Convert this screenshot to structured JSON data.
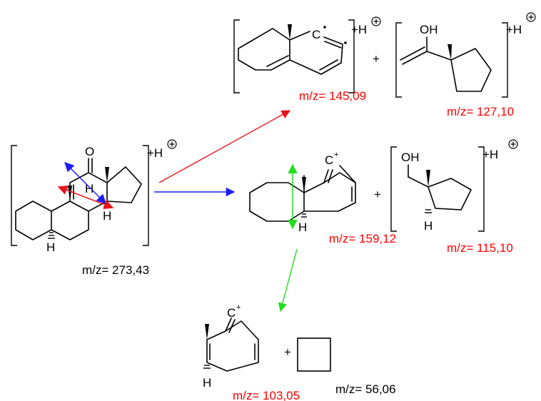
{
  "colors": {
    "text": "#000000",
    "mass_red": "#ff0000",
    "arrow_red": "#e8141b",
    "arrow_blue": "#1d1df0",
    "arrow_green": "#22dd22"
  },
  "charge": {
    "plus_h": "+H",
    "plus": "+",
    "carbocation": "C",
    "cation_sup": "+",
    "radical_carbon": "C"
  },
  "atoms": {
    "oxygen": "O",
    "hydrogen": "H",
    "hydroxyl": "OH"
  },
  "icons": [
    "circled-plus-icon",
    "reaction-arrow-icon",
    "double-headed-arrow-icon",
    "bracket-icon"
  ],
  "masses": {
    "parent": "m/z= 273,43",
    "frag_145": "m/z= 145,09",
    "frag_127": "m/z= 127,10",
    "frag_159": "m/z= 159,12",
    "frag_115": "m/z= 115,10",
    "frag_103": "m/z= 103,05",
    "frag_56": "m/z= 56,06"
  }
}
